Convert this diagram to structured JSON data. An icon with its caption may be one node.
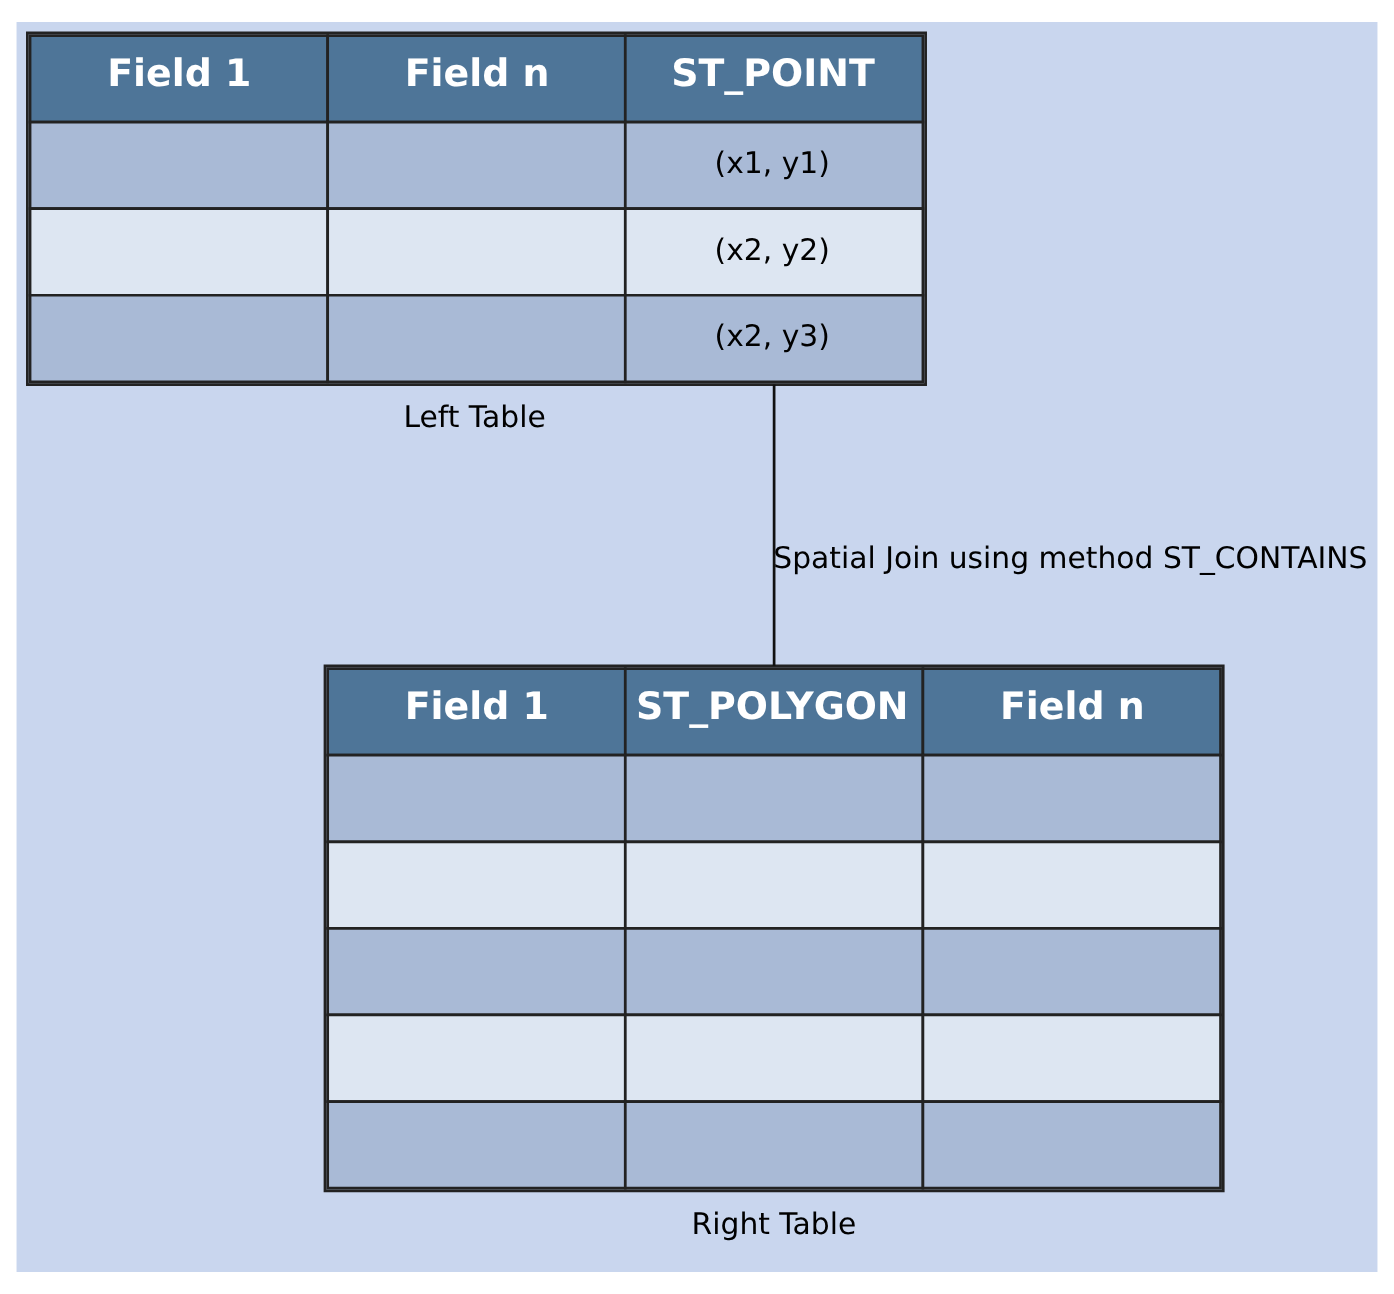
{
  "diagram": {
    "nodes": [
      {
        "text": [
          "Field 1",
          "Field n",
          "ST_POINT",
          "(x1, y1)",
          "(x2, y2)",
          "(x2, y3)"
        ],
        "beside": [
          "Left Table"
        ]
      },
      {
        "text": [
          "Field 1",
          "ST_POLYGON",
          "Field n"
        ],
        "beside": [
          "Right Table"
        ]
      }
    ],
    "edges": [
      {
        "from": 0,
        "to": 1,
        "arrow": "none",
        "label": "Spatial Join using method ST_CONTAINS"
      }
    ]
  }
}
